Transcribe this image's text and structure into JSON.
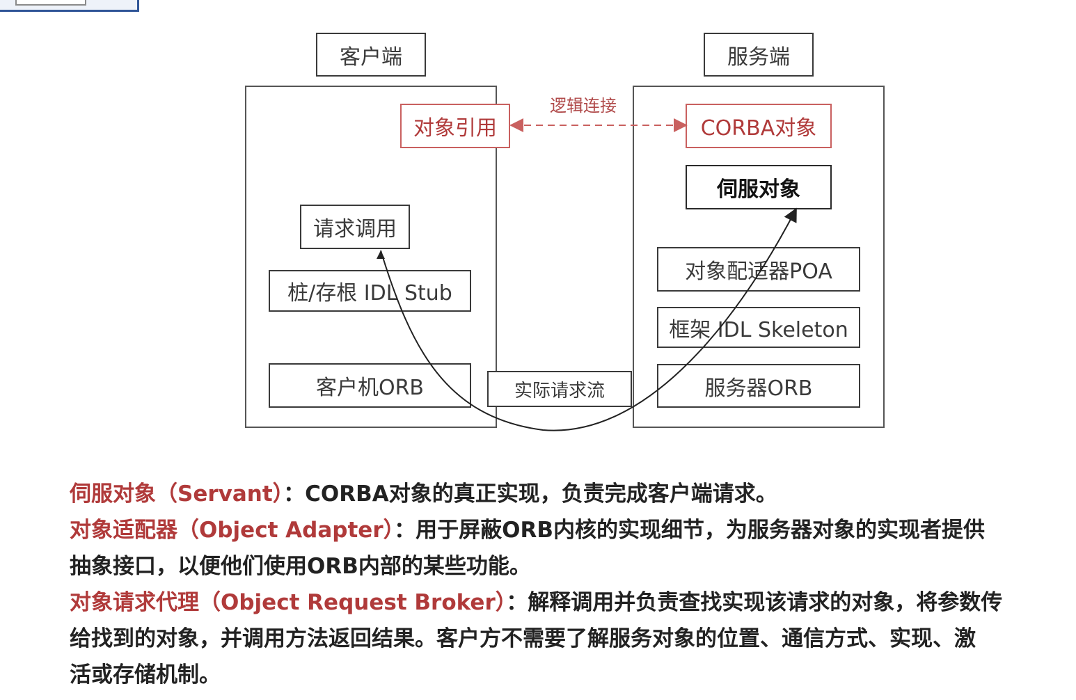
{
  "diagram": {
    "client_title": "客户端",
    "server_title": "服务端",
    "logical_connection": "逻辑连接",
    "actual_request_flow": "实际请求流",
    "client": {
      "object_reference": "对象引用",
      "request_invocation": "请求调用",
      "stub": "桩/存根 IDL Stub",
      "orb": "客户机ORB"
    },
    "server": {
      "corba_object": "CORBA对象",
      "servant": "伺服对象",
      "poa": "对象配适器POA",
      "skeleton": "框架 IDL Skeleton",
      "orb": "服务器ORB"
    }
  },
  "descriptions": [
    {
      "term": "伺服对象（Servant）",
      "lines": [
        "：CORBA对象的真正实现，负责完成客户端请求。"
      ]
    },
    {
      "term": "对象适配器（Object Adapter）",
      "lines": [
        "：用于屏蔽ORB内核的实现细节，为服务器对象的实现者提供",
        "抽象接口，以便他们使用ORB内部的某些功能。"
      ]
    },
    {
      "term": "对象请求代理（Object Request Broker）",
      "lines": [
        "：解释调用并负责查找实现该请求的对象，将参数传",
        "给找到的对象，并调用方法返回结果。客户方不需要了解服务对象的位置、通信方式、实现、激",
        "活或存储机制。"
      ]
    }
  ]
}
